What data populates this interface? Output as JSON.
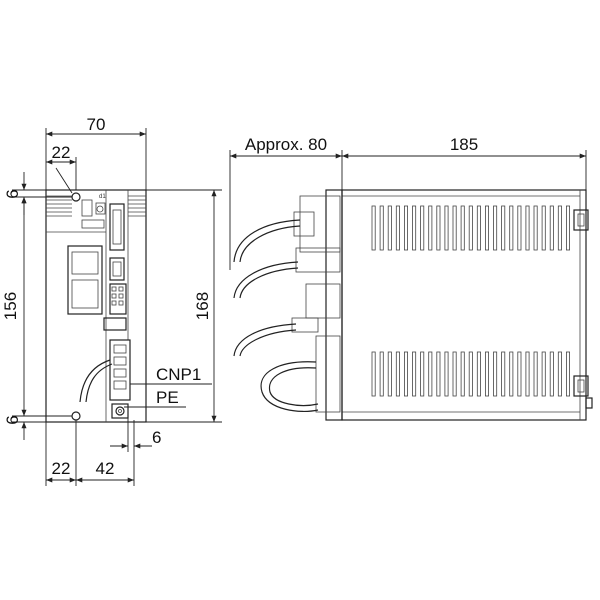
{
  "drawing": {
    "front_view": {
      "width": "70",
      "mount_offset_top": "22",
      "hole_top": "6",
      "hole_bottom": "6",
      "hole_pitch": "156",
      "height": "168",
      "offset_bottom_left": "22",
      "offset_bottom_right": "42",
      "pe_offset": "6",
      "label_cnp1": "CNP1",
      "label_pe": "PE",
      "small_mark": "d1"
    },
    "side_view": {
      "cable_clearance": "Approx. 80",
      "depth": "185"
    }
  },
  "colors": {
    "line": "#222222",
    "background": "#ffffff"
  }
}
